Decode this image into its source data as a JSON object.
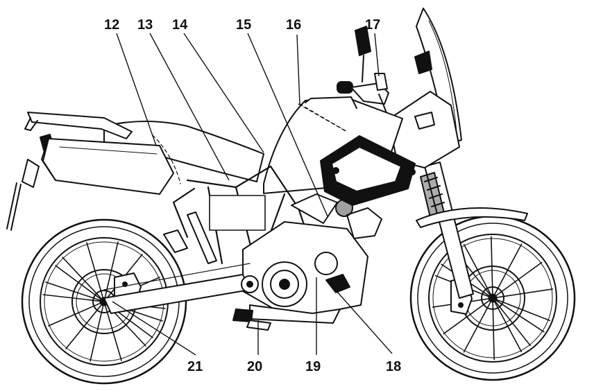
{
  "callouts": [
    {
      "id": "12",
      "label": "12"
    },
    {
      "id": "13",
      "label": "13"
    },
    {
      "id": "14",
      "label": "14"
    },
    {
      "id": "15",
      "label": "15"
    },
    {
      "id": "16",
      "label": "16"
    },
    {
      "id": "17",
      "label": "17"
    },
    {
      "id": "18",
      "label": "18"
    },
    {
      "id": "19",
      "label": "19"
    },
    {
      "id": "20",
      "label": "20"
    },
    {
      "id": "21",
      "label": "21"
    }
  ],
  "colors": {
    "ink": "#111111",
    "paper": "#ffffff"
  }
}
